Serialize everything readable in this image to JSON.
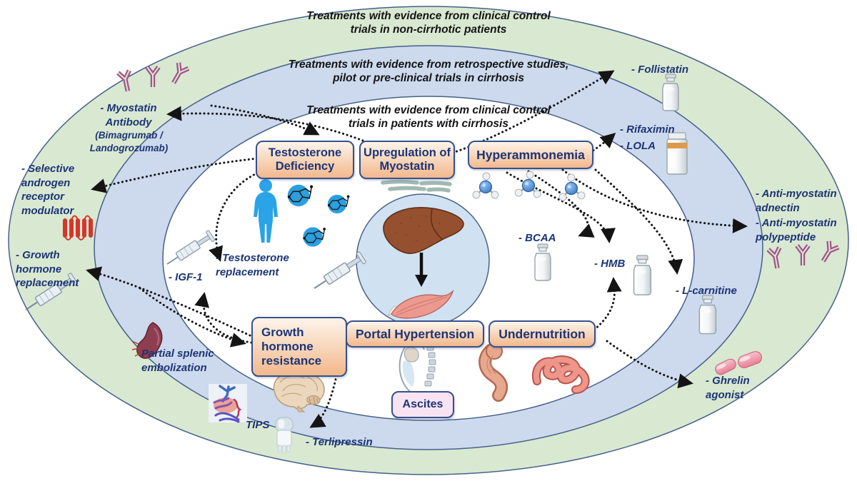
{
  "colors": {
    "outer_ring": "#d9e8d1",
    "middle_ring": "#cdd9ed",
    "inner_ring": "#ffffff",
    "center_circle": "#d0e2f2",
    "ring_border": "#45608a",
    "box_border": "#35508e",
    "box_fill_top": "#fdf4ea",
    "box_fill_bottom": "#f2b88c",
    "text_navy": "#1c3576",
    "ascites_fill": "#f8e3f3",
    "arrow_color": "#141414",
    "antibody_color": "#a3548c"
  },
  "rings": {
    "outer": {
      "label": "Treatments with evidence from clinical control trials in non-cirrhotic patients"
    },
    "middle": {
      "label": "Treatments with evidence from retrospective studies, pilot or pre-clinical trials in cirrhosis"
    },
    "inner": {
      "label": "Treatments with evidence from clinical control trials in patients with cirrhosis"
    }
  },
  "mechanisms": {
    "testosterone_deficiency": "Testosterone Deficiency",
    "upregulation_myostatin": "Upregulation of Myostatin",
    "hyperammonemia": "Hyperammonemia",
    "growth_hormone_resistance": "Growth hormone resistance",
    "portal_hypertension": "Portal Hypertension",
    "undernutrition": "Undernutrition",
    "ascites": "Ascites"
  },
  "treatments": {
    "myostatin_antibody": "- Myostatin Antibody",
    "myostatin_antibody_sub": "(Bimagrumab / Landogrozumab)",
    "sarm": "- Selective androgen receptor modulator",
    "gh_replacement": "- Growth hormone replacement",
    "igf1": "- IGF-1",
    "testosterone_replacement": "- Testosterone replacement",
    "follistatin": "- Follistatin",
    "rifaximin": "- Rifaximin",
    "lola": "- LOLA",
    "anti_myostatin_adnectin": "- Anti-myostatin adnectin",
    "anti_myostatin_polypeptide": "- Anti-myostatin polypeptide",
    "l_carnitine": "- L-carnitine",
    "bcaa": "- BCAA",
    "hmb": "- HMB",
    "partial_splenic_embolization": "Partial splenic embolization",
    "tips": "TIPS",
    "terlipressin": "-   Terlipressin",
    "ghrelin_agonist": "- Ghrelin agonist"
  },
  "icons": {
    "antibody-icon": "double-line Y antibody glyph",
    "receptor-icon": "red transmembrane receptor coils",
    "syringe-icon": "injection syringe",
    "man-icon": "blue male silhouette",
    "molecule-icon": "testosterone molecule on blue disc",
    "myofibril-icon": "grey muscle fiber strands",
    "ammonia-icon": "NH3 ball-and-stick molecule",
    "liver-icon": "cirrhotic liver",
    "muscle-icon": "skeletal muscle spindle",
    "down-arrow-icon": "black arrow liver to muscle",
    "vial-icon": "medicine vial",
    "pill-bottle-icon": "pill bottle with orange band",
    "capsule-icon": "pink capsule pills",
    "spleen-icon": "spleen",
    "vessels-icon": "portal vessels illustration",
    "stent-icon": "TIPS stent",
    "brain-icon": "sagittal brain",
    "abdomen-icon": "abdominal cross-section with ascites",
    "stomach-icon": "stomach",
    "intestine-icon": "coiled intestine"
  }
}
